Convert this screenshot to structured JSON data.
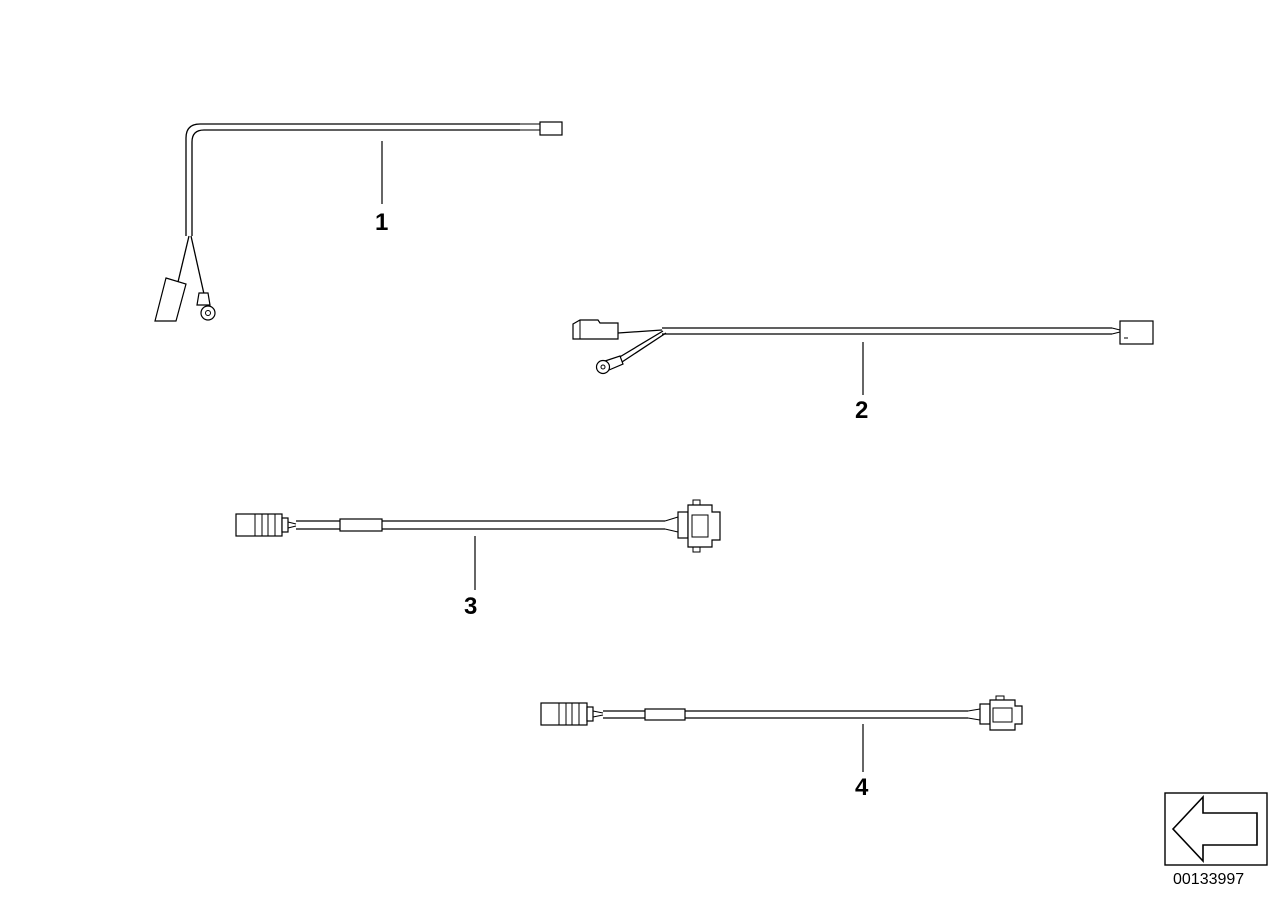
{
  "callouts": [
    "1",
    "2",
    "3",
    "4"
  ],
  "nav": {
    "icon": "arrow-left-icon"
  },
  "reference_number": "00133997"
}
